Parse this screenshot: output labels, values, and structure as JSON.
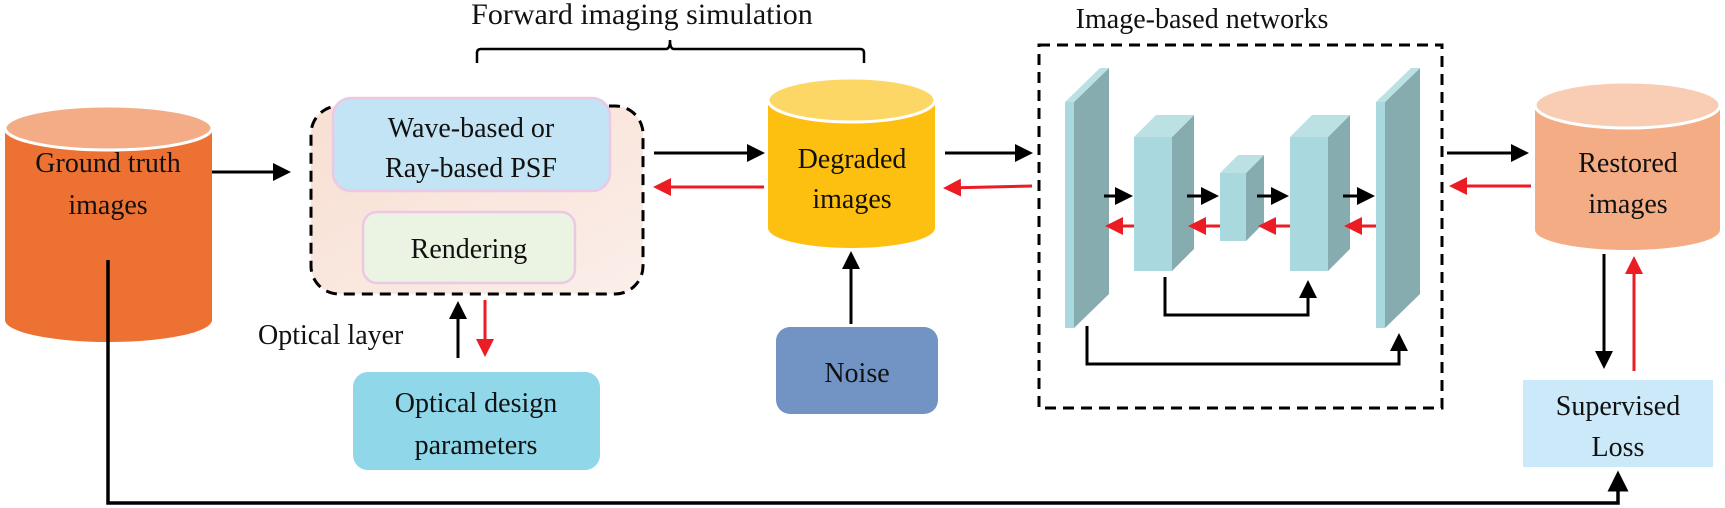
{
  "title_forward": "Forward imaging simulation",
  "title_networks": "Image-based networks",
  "nodes": {
    "ground_truth": {
      "line1": "Ground truth",
      "line2": "images"
    },
    "psf": {
      "line1": "Wave-based or",
      "line2": "Ray-based PSF"
    },
    "rendering": {
      "label": "Rendering"
    },
    "degraded": {
      "line1": "Degraded",
      "line2": "images"
    },
    "noise": {
      "label": "Noise"
    },
    "optical_params": {
      "line1": "Optical design",
      "line2": "parameters"
    },
    "restored": {
      "line1": "Restored",
      "line2": "images"
    },
    "loss": {
      "line1": "Supervised",
      "line2": "Loss"
    }
  },
  "optical_layer_label": "Optical layer",
  "colors": {
    "ground_truth_body": "#ED7133",
    "ground_truth_top": "#F3AC86",
    "degraded_body": "#FDC010",
    "degraded_top": "#FDD766",
    "restored_body": "#F3AC84",
    "restored_top": "#F8CDB3",
    "optical_box_bg": "#F9E3D8",
    "psf_bg": "#C2E4F5",
    "rendering_bg": "#EBF3E2",
    "inner_border": "#ECC8E4",
    "noise_bg": "#7194C4",
    "optical_params_bg": "#8FD7E9",
    "loss_bg": "#CBE9F8",
    "layer_front": "#A9D9DE",
    "layer_top": "#BBE1E5",
    "layer_side": "#87ACAF",
    "forward_arrow": "#000000",
    "backward_arrow": "#EC1C24"
  }
}
